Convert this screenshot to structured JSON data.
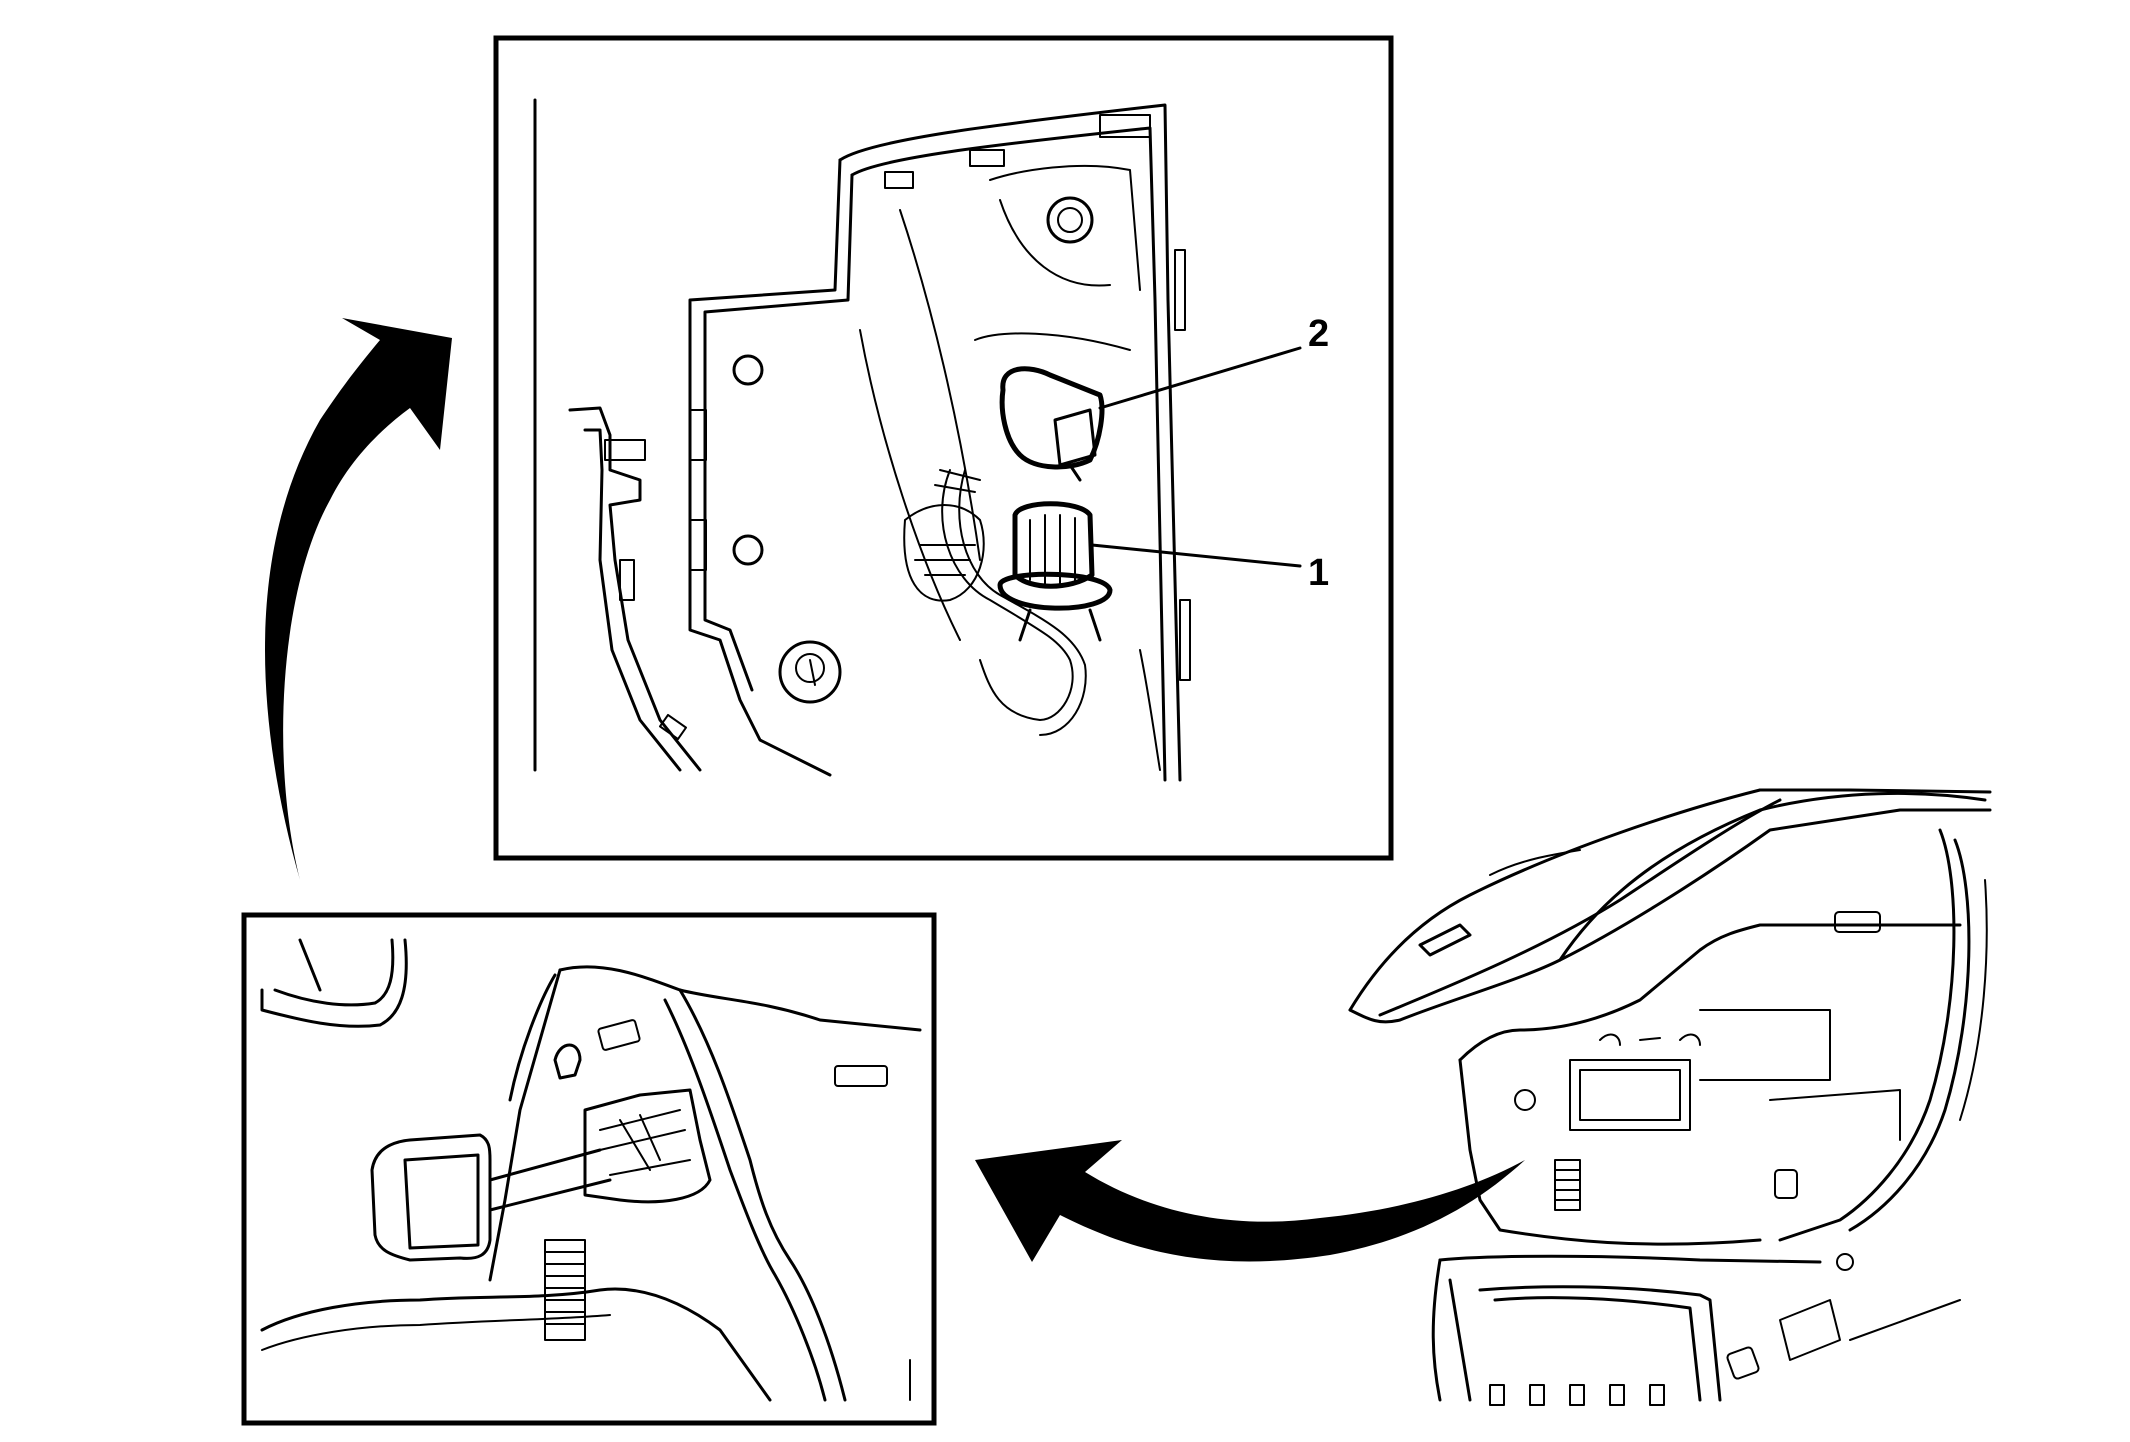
{
  "figure": {
    "callouts": [
      {
        "id": "1",
        "label": "1"
      },
      {
        "id": "2",
        "label": "2"
      }
    ]
  },
  "colors": {
    "line": "#000000",
    "background": "#ffffff"
  },
  "icons": [
    "curved-arrow-icon"
  ]
}
